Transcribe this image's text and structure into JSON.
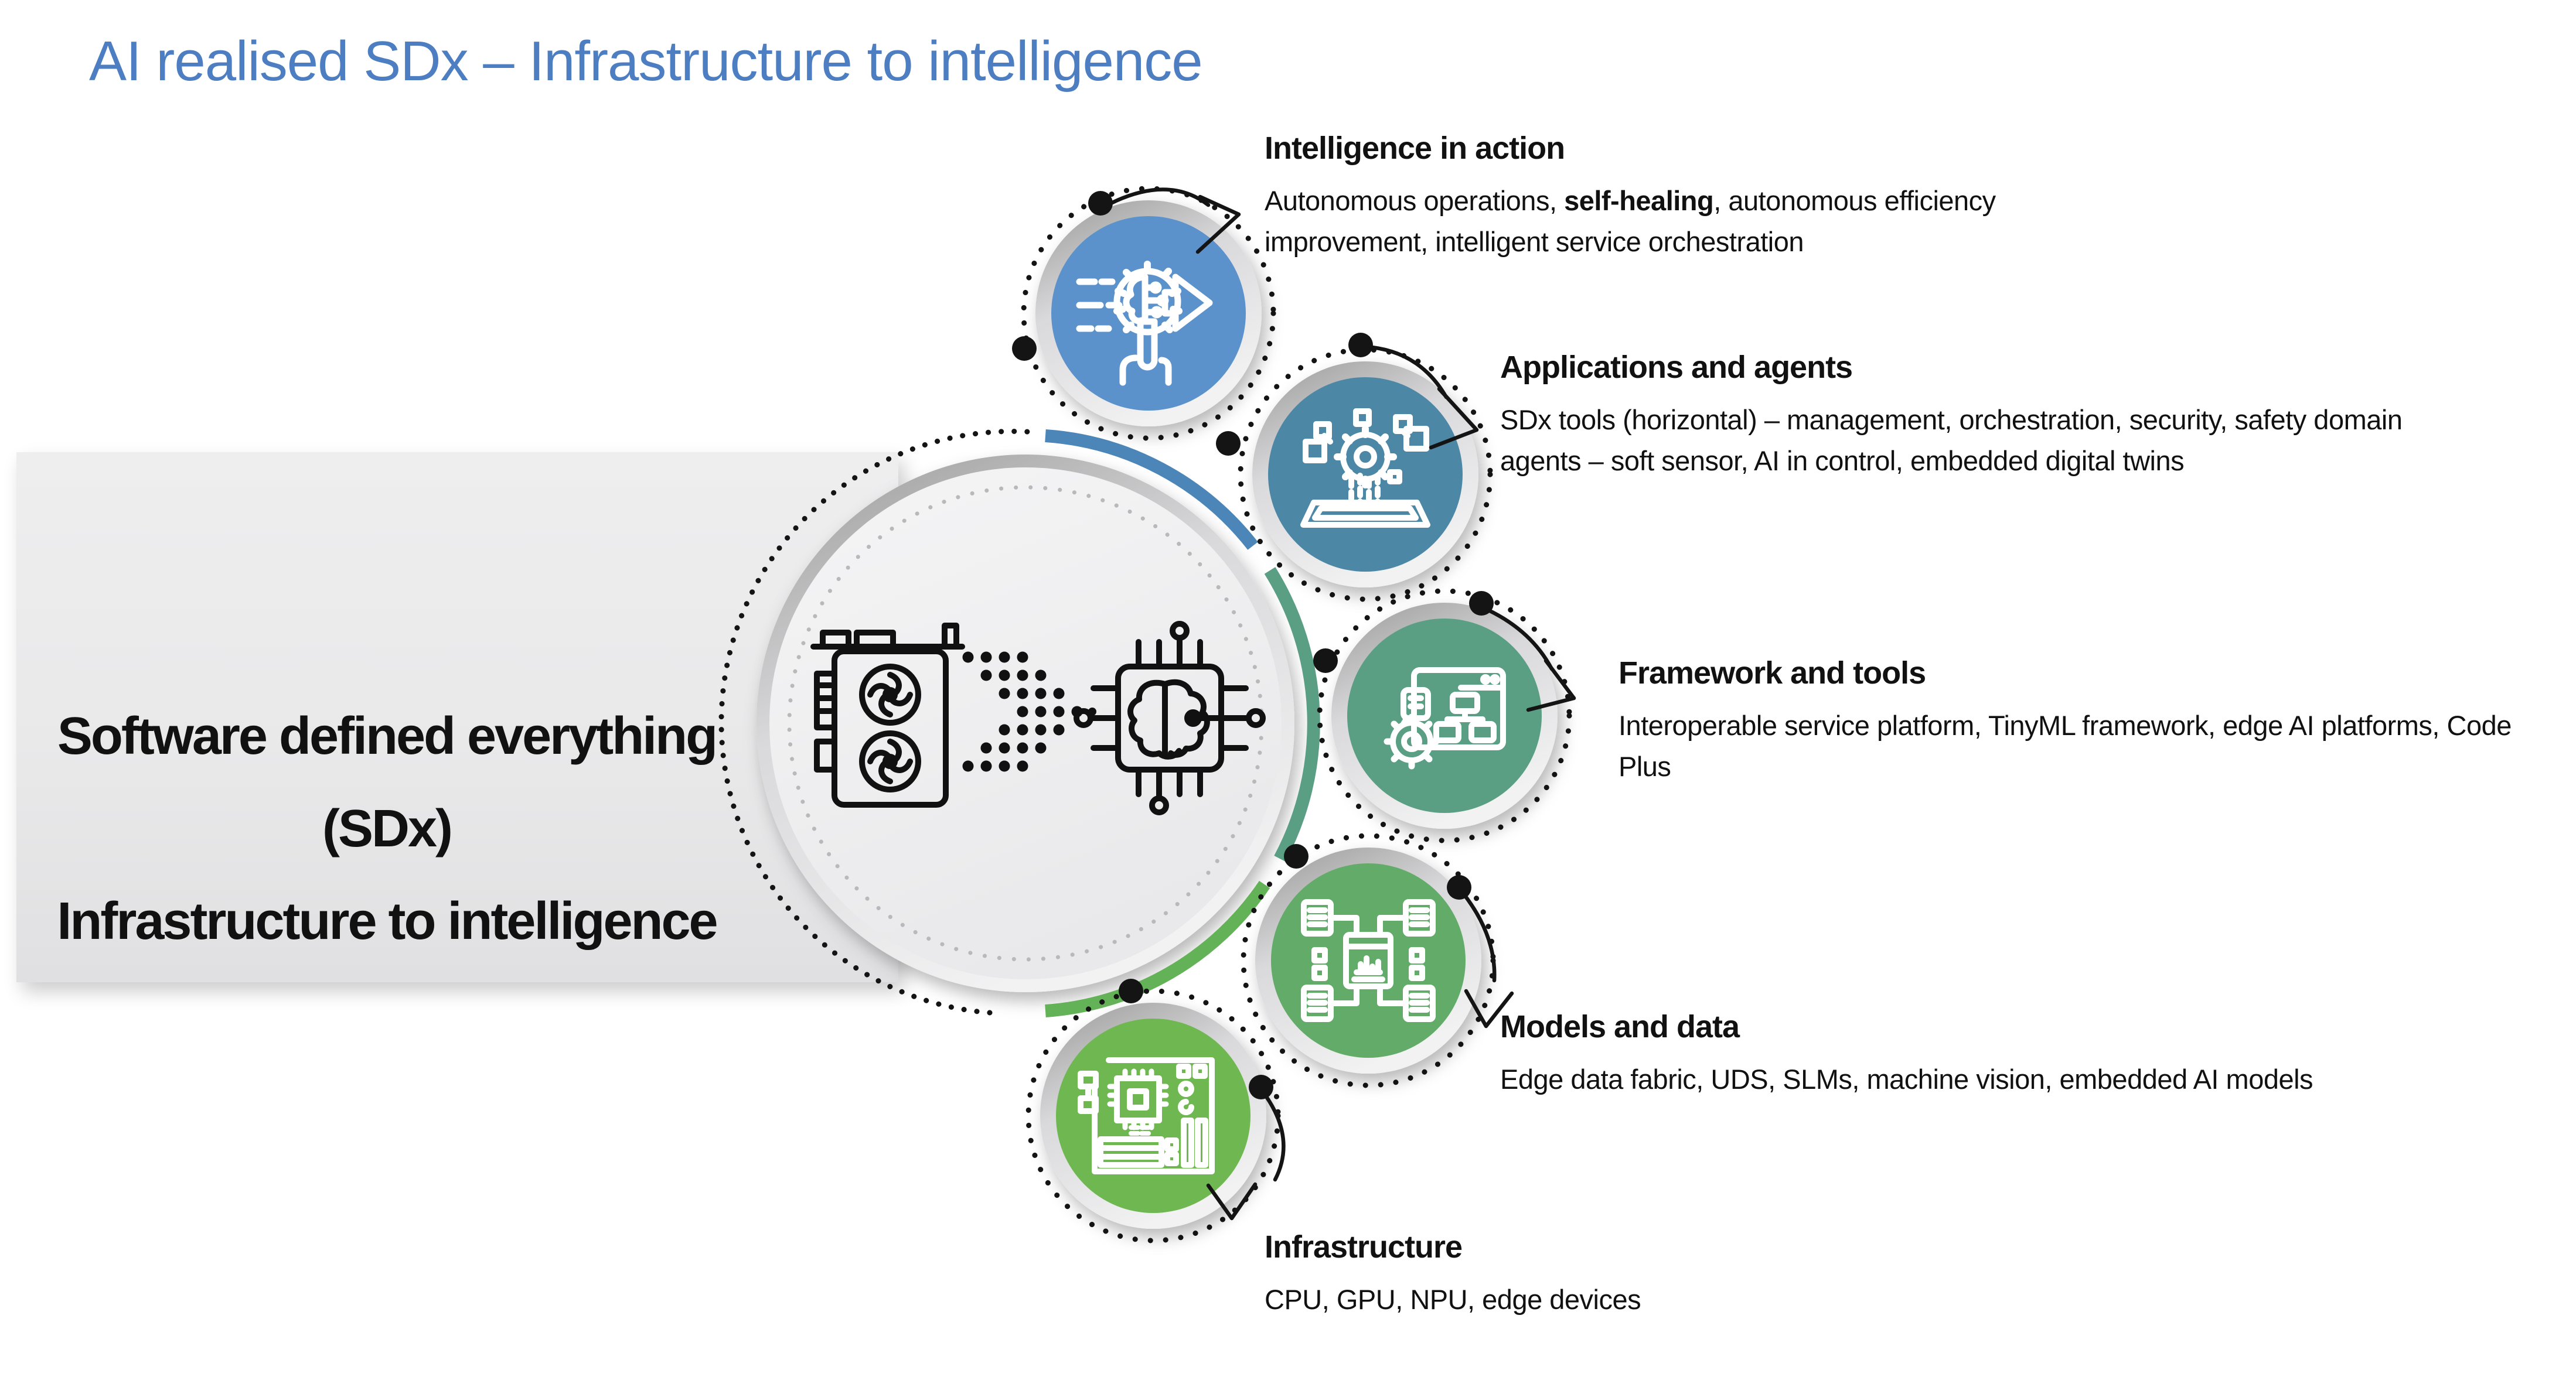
{
  "title": "AI realised SDx – Infrastructure to intelligence",
  "center_label": {
    "line1": "Software defined everything",
    "line2": "(SDx)",
    "line3": "Infrastructure to intelligence"
  },
  "center_icons": [
    "gpu-card-icon",
    "data-flow-dots",
    "ai-chip-icon"
  ],
  "items": [
    {
      "id": "intelligence-in-action",
      "heading": "Intelligence in action",
      "body_pre": "Autonomous operations, ",
      "body_bold": "self-healing",
      "body_post": ", autonomous efficiency improvement, intelligent service orchestration",
      "icon": "hand-ai-gear-arrow-icon",
      "color": "#5b92cc"
    },
    {
      "id": "applications-and-agents",
      "heading": "Applications and agents",
      "body_pre": "SDx tools (horizontal) – management, orchestration, security, safety domain agents – soft sensor, AI in control, embedded digital twins",
      "body_bold": "",
      "body_post": "",
      "icon": "gear-platform-icon",
      "color": "#4d87a6"
    },
    {
      "id": "framework-and-tools",
      "heading": "Framework and tools",
      "body_pre": "Interoperable service platform, TinyML framework, edge AI platforms, Code Plus",
      "body_bold": "",
      "body_post": "",
      "icon": "window-flowchart-gear-icon",
      "color": "#5a9f84"
    },
    {
      "id": "models-and-data",
      "heading": "Models and data",
      "body_pre": "Edge data fabric, UDS, SLMs, machine vision, embedded AI models",
      "body_bold": "",
      "body_post": "",
      "icon": "data-fabric-documents-icon",
      "color": "#62ab68"
    },
    {
      "id": "infrastructure",
      "heading": "Infrastructure",
      "body_pre": "CPU, GPU, NPU, edge devices",
      "body_bold": "",
      "body_post": "",
      "icon": "motherboard-icon",
      "color": "#6fb851"
    }
  ],
  "colors": {
    "title_blue": "#4d7ec2",
    "arc_blue": "#4c86b8",
    "arc_seagreen": "#5a9f84",
    "arc_green": "#64b257",
    "band_gray": "#e8e8ea",
    "dot_black": "#141414"
  }
}
